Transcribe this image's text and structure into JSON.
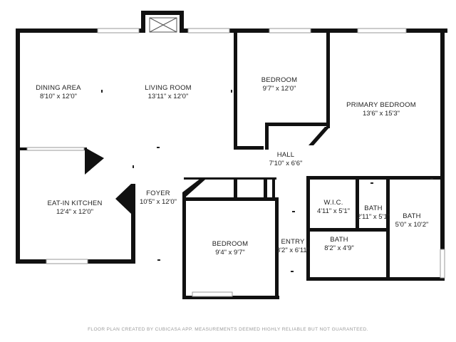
{
  "colors": {
    "wall": "#111111",
    "window": "#d8d8d8",
    "background": "#ffffff",
    "footer_text": "#9a9a9a"
  },
  "rooms": [
    {
      "id": "dining-area",
      "name": "DINING AREA",
      "dims": "8'10\" x 12'0\""
    },
    {
      "id": "living-room",
      "name": "LIVING ROOM",
      "dims": "13'11\" x 12'0\""
    },
    {
      "id": "bedroom-upper",
      "name": "BEDROOM",
      "dims": "9'7\" x 12'0\""
    },
    {
      "id": "primary-bedroom",
      "name": "PRIMARY BEDROOM",
      "dims": "13'6\" x 15'3\""
    },
    {
      "id": "hall",
      "name": "HALL",
      "dims": "7'10\" x 6'6\""
    },
    {
      "id": "eat-in-kitchen",
      "name": "EAT-IN KITCHEN",
      "dims": "12'4\" x 12'0\""
    },
    {
      "id": "foyer",
      "name": "FOYER",
      "dims": "10'5\" x 12'0\""
    },
    {
      "id": "wic",
      "name": "W.I.C.",
      "dims": "4'11\" x 5'1\""
    },
    {
      "id": "bath-small",
      "name": "BATH",
      "dims": "2'11\" x 5'1\""
    },
    {
      "id": "bath-right",
      "name": "BATH",
      "dims": "5'0\" x 10'2\""
    },
    {
      "id": "bedroom-lower",
      "name": "BEDROOM",
      "dims": "9'4\" x 9'7\""
    },
    {
      "id": "entry",
      "name": "ENTRY",
      "dims": "3'2\" x 6'11\""
    },
    {
      "id": "bath-lower",
      "name": "BATH",
      "dims": "8'2\" x 4'9\""
    }
  ],
  "footer": {
    "disclaimer": "FLOOR PLAN CREATED BY CUBICASA APP. MEASUREMENTS DEEMED HIGHLY RELIABLE BUT NOT GUARANTEED."
  }
}
